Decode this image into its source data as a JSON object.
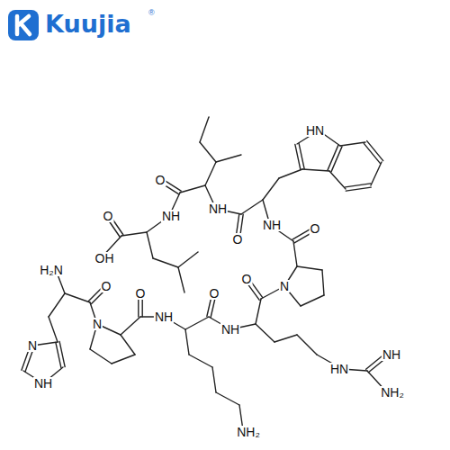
{
  "diagram": {
    "labels": [
      "Kuujia",
      "®",
      "HN",
      "O",
      "NH",
      "NH",
      "O",
      "O",
      "NH",
      "O",
      "OH",
      "H₂N",
      "N",
      "O",
      "O",
      "O",
      "O",
      "NH",
      "NH",
      "N",
      "N",
      "HN",
      "NH",
      "NH₂",
      "NH",
      "NH₂"
    ]
  }
}
